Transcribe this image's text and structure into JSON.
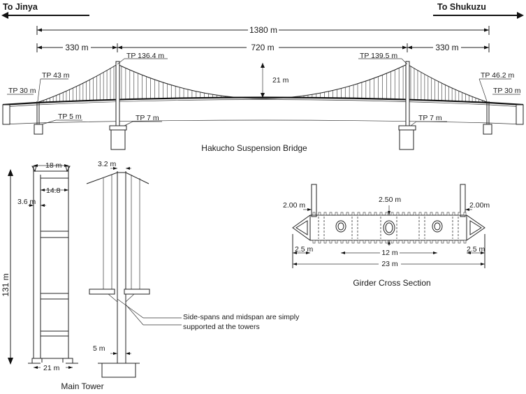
{
  "directions": {
    "left": "To Jinya",
    "right": "To Shukuzu"
  },
  "bridge": {
    "name": "Hakucho Suspension Bridge",
    "total_span": "1380 m",
    "side_span_left": "330 m",
    "center_span": "720 m",
    "side_span_right": "330 m",
    "sag": "21 m",
    "tp_left_tower_top": "TP 136.4 m",
    "tp_right_tower_top": "TP 139.5 m",
    "tp_left_anchor": "TP 43 m",
    "tp_right_anchor": "TP 46.2 m",
    "tp_left_abutment": "TP 30 m",
    "tp_right_abutment": "TP 30 m",
    "tp_left_pier": "TP 5 m",
    "tp_left_tower_base": "TP 7 m",
    "tp_right_tower_base": "TP 7 m"
  },
  "tower": {
    "caption": "Main Tower",
    "top_width": "18 m",
    "inner_width": "14.8",
    "column_width": "3.6 m",
    "height": "131 m",
    "base_width": "21 m",
    "side_top_width": "3.2 m",
    "side_base_width": "5 m",
    "support_note_line1": "Side-spans and midspan are simply",
    "support_note_line2": "supported at the towers"
  },
  "girder": {
    "caption": "Girder Cross Section",
    "left_height": "2.00 m",
    "center_height": "2.50 m",
    "right_height": "2.00m",
    "left_edge": "2.5 m",
    "center_width": "12 m",
    "right_edge": "2.5 m",
    "total_width": "23 m"
  }
}
